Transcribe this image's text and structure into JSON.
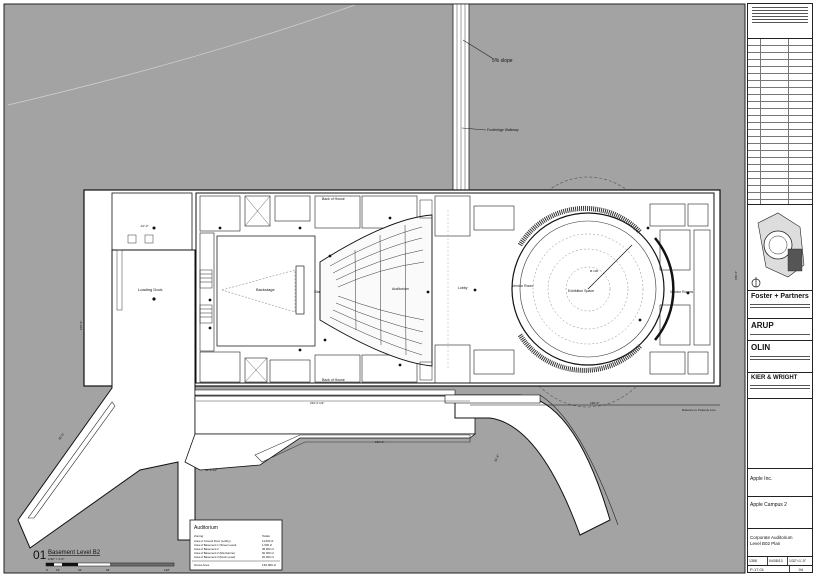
{
  "drawing": {
    "slope_label": "5% slope",
    "walkway_label": "Footbridge Walkway",
    "back_of_house_top": "Back of House",
    "back_of_house_bottom": "Back of House",
    "loading_dock": "Loading Dock",
    "backstage": "Backstage",
    "stage": "Stage",
    "auditorium": "Auditorium",
    "lobby": "Lobby",
    "exhibition_space": "Exhibition Space",
    "vendor_rooms": "Vendor Room",
    "to_property_line": "Distance to Property Line",
    "dim_bottom_1": "220'-0 1/2\"",
    "dim_bottom_2": "130'-0\"",
    "dim_ramp_1": "150'-0\"",
    "dim_ramp_2": "40'-0 1/2\"",
    "dim_ramp_3": "32'-6\"",
    "dim_left_1": "100'-0\"",
    "dim_left_2": "80'-0\"",
    "dim_right_1": "150'-6\"",
    "diameter_label": "Ø 100'"
  },
  "area_table": {
    "title": "Auditorium",
    "header_left": "Zoning",
    "header_right": "Totals",
    "rows": [
      {
        "label": "Area of Ground Floor (Lobby)",
        "value": "11,000 sf"
      },
      {
        "label": "Area of Basement 1 (Street Level)",
        "value": "1,500 sf"
      },
      {
        "label": "Area of Basement 2",
        "value": "38,000 sf"
      },
      {
        "label": "Area of Basement 2 (Mezzanine)",
        "value": "60,000 sf"
      },
      {
        "label": "Area of Basement 3 (Dock Level)",
        "value": "20,000 sf"
      }
    ],
    "total_label": "Gross Area",
    "total_value": "130,000 sf"
  },
  "plan_label": {
    "number": "01",
    "title": "Basement Level B2",
    "scale": "1/32\" = 1'-0\"",
    "scale_ticks": [
      "0'",
      "16'",
      "32'",
      "64'",
      "128'"
    ]
  },
  "title_block": {
    "architect": "Foster + Partners",
    "engineer": "ARUP",
    "landscape": "OLIN",
    "contractor": "KIER & WRIGHT",
    "client": "Apple Inc.",
    "project": "Apple Campus 2",
    "sheet_title_1": "Corporate Auditorium",
    "sheet_title_2": "Level B02 Plan",
    "job_no": "1358",
    "date": "04/08/13",
    "scale": "1/32\"=1'-0\"",
    "drawing_no": "P-17.01",
    "revision": "04"
  },
  "colors": {
    "site": "#a3a3a3",
    "building": "#ffffff",
    "line": "#111111"
  }
}
